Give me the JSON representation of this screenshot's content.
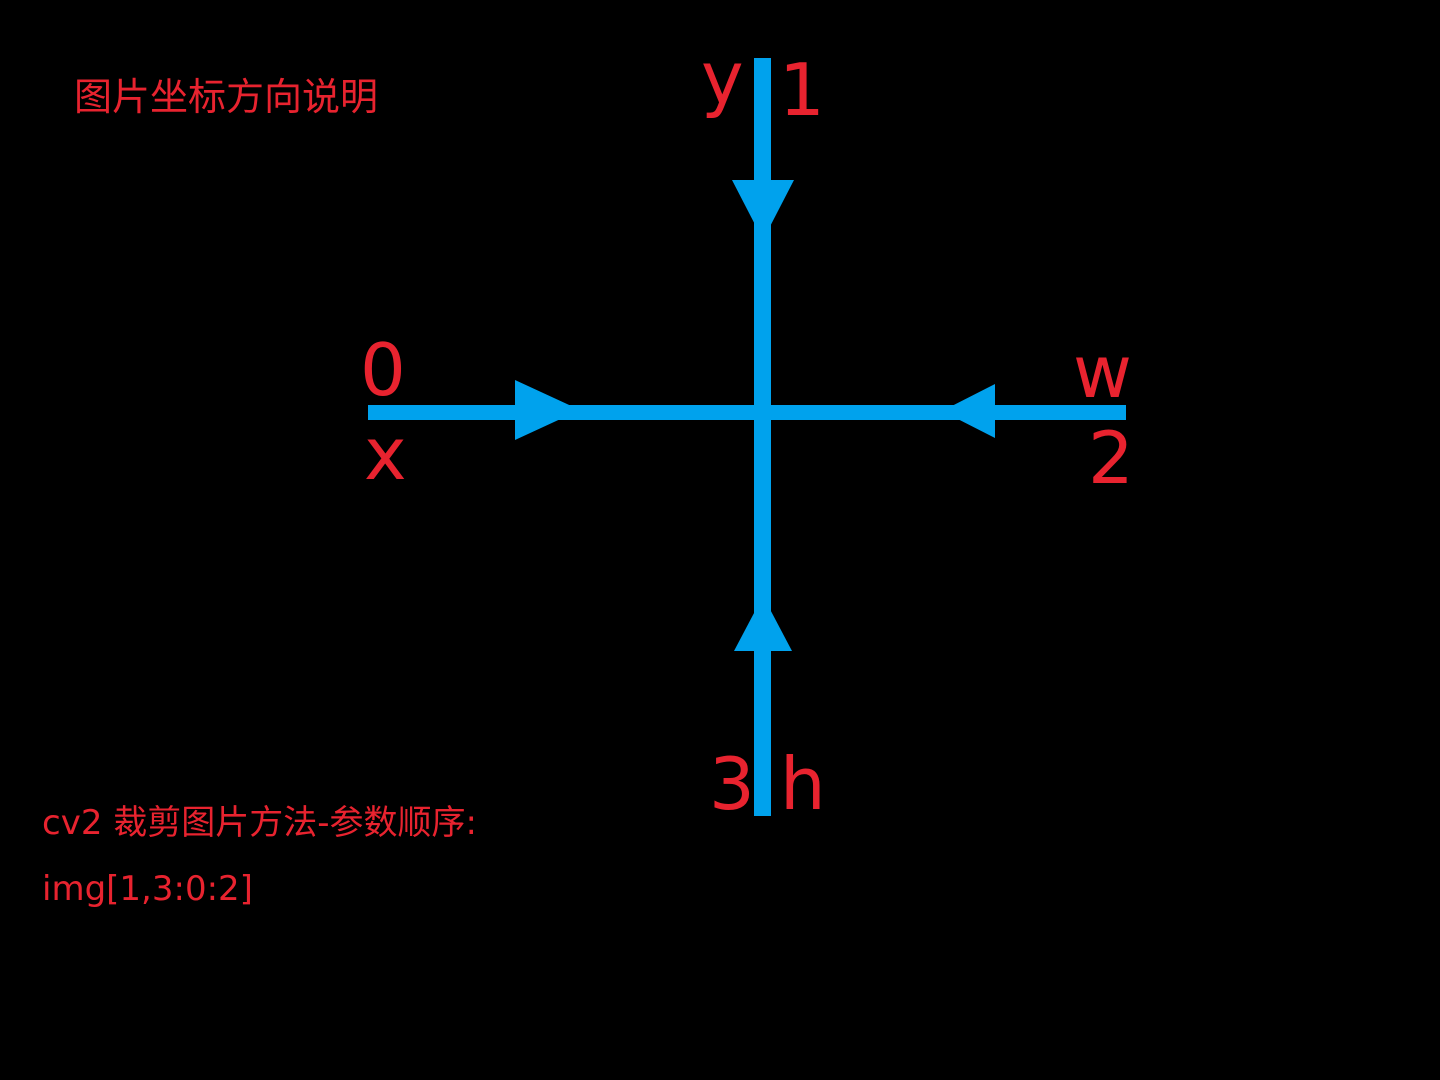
{
  "colors": {
    "background": "#000000",
    "text": "#e8232f",
    "arrow": "#00a2ed"
  },
  "title": "图片坐标方向说明",
  "labels": {
    "x": "x",
    "x_index": "0",
    "y": "y",
    "y_index": "1",
    "w": "w",
    "w_index": "2",
    "h": "h",
    "h_index": "3"
  },
  "notes": {
    "line1": "cv2 裁剪图片方法-参数顺序:",
    "line2": "img[1,3:0:2]"
  }
}
